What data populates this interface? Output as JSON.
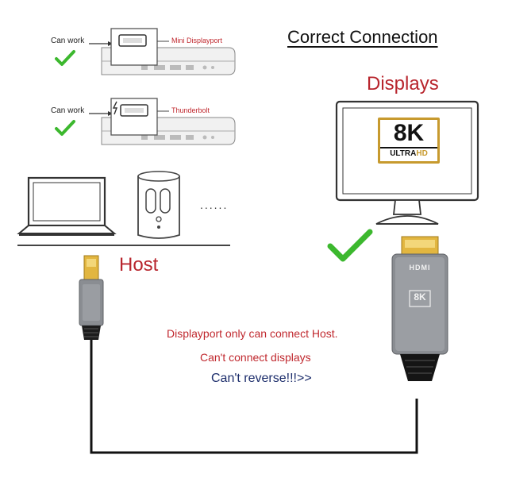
{
  "top_ports": [
    {
      "can_work": "Can work",
      "port_name": "Mini Displayport"
    },
    {
      "can_work": "Can work",
      "port_name": "Thunderbolt"
    }
  ],
  "hosts": {
    "ellipsis": "......",
    "label": "Host"
  },
  "right": {
    "title": "Correct Connection",
    "displays_label": "Displays",
    "badge_big": "8K",
    "badge_small_ultra": "ULTRA",
    "badge_small_hd": "HD"
  },
  "cable": {
    "hdmi_text": "HDMI",
    "plug_8k": "8K"
  },
  "notes": {
    "line1": "Displayport only can connect Host.",
    "line2": "Can't connect displays",
    "line3": "Can't reverse!!!>>"
  },
  "colors": {
    "check_green": "#3cb82e",
    "red": "#c0282e",
    "navy": "#1c2d6b",
    "cable_grey": "#8a8d92"
  }
}
